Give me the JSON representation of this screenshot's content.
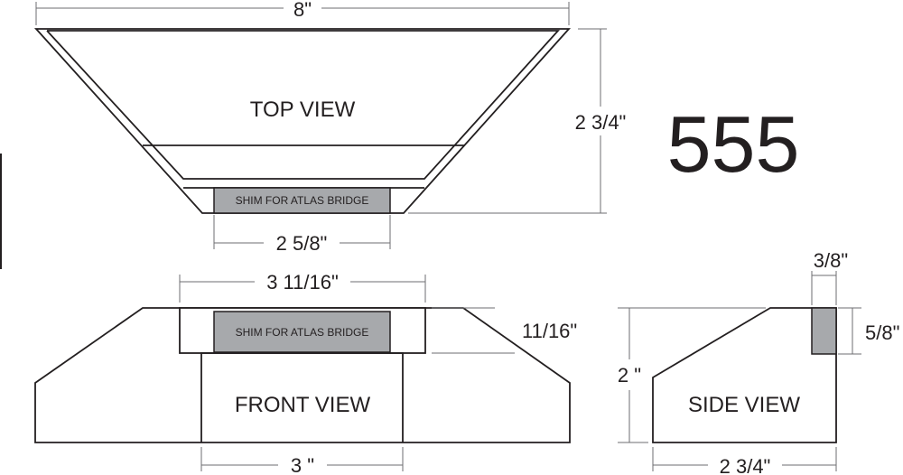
{
  "model_number": "555",
  "top_view": {
    "title": "TOP VIEW",
    "shim_label": "SHIM FOR ATLAS BRIDGE",
    "width_dim": "8\"",
    "depth_dim": "2 3/4\"",
    "shim_width_dim": "2 5/8\""
  },
  "front_view": {
    "title": "FRONT VIEW",
    "shim_label": "SHIM FOR ATLAS BRIDGE",
    "slot_width_dim": "3 11/16\"",
    "slot_height_dim": "11/16\"",
    "base_width_dim": "3 \""
  },
  "side_view": {
    "title": "SIDE VIEW",
    "height_dim": "2 \"",
    "length_dim": "2 3/4\"",
    "shim_width_dim": "3/8\"",
    "shim_height_dim": "5/8\""
  }
}
